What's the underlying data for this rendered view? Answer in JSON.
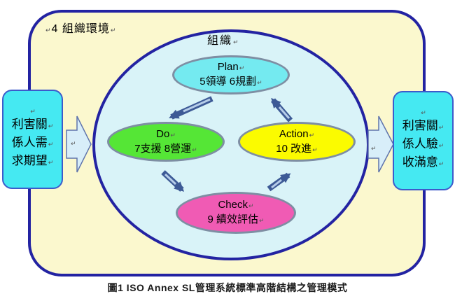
{
  "figure": {
    "caption": "圖1  ISO Annex SL管理系統標準高階結構之管理模式"
  },
  "environment": {
    "label": "4 組織環境"
  },
  "organization": {
    "label": "組織"
  },
  "pdca": [
    {
      "id": "plan",
      "title": "Plan",
      "subtitle": "5領導 6規劃",
      "fill": "#74EAF0"
    },
    {
      "id": "do",
      "title": "Do",
      "subtitle": "7支援 8營運",
      "fill": "#55E636"
    },
    {
      "id": "action",
      "title": "Action",
      "subtitle": "10 改進",
      "fill": "#FBFB00"
    },
    {
      "id": "check",
      "title": "Check",
      "subtitle": "9 績效評估",
      "fill": "#F05BB4"
    }
  ],
  "stakeholders": {
    "input": {
      "lines": [
        "利害關",
        "係人需",
        "求期望"
      ]
    },
    "output": {
      "lines": [
        "利害關",
        "係人驗",
        "收滿意"
      ]
    }
  },
  "colors": {
    "outer_border": "#2323A2",
    "environment_fill": "#FBF8CE",
    "organization_fill": "#D9F3F8",
    "plan_fill": "#74EAF0",
    "do_fill": "#55E636",
    "action_fill": "#FBFB00",
    "check_fill": "#F05BB4",
    "ellipse_border": "#7E8EA3",
    "stakeholder_fill": "#45E9F2",
    "stakeholder_border": "#3D5BCB",
    "cycle_arrow": "#3D5A96",
    "block_arrow_fill": "#D8EEF9"
  },
  "marks": {
    "pilcrow": "↵"
  }
}
